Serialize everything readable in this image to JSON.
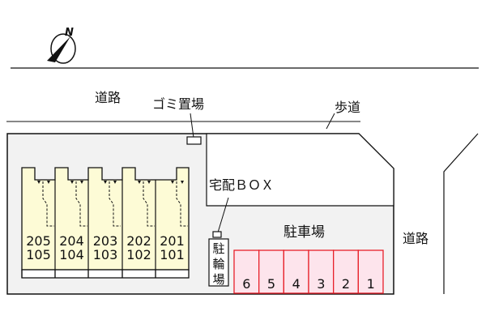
{
  "compass": {
    "icon": "north-arrow-icon",
    "letter": "N"
  },
  "labels": {
    "road_north": "道路",
    "garbage": "ゴミ置場",
    "sidewalk": "歩道",
    "delivery_box": "宅配ＢＯＸ",
    "parking": "駐車場",
    "road_east": "道路",
    "bicycle_parking": [
      "駐",
      "輪",
      "場"
    ]
  },
  "units": [
    {
      "upper": "205",
      "lower": "105"
    },
    {
      "upper": "204",
      "lower": "104"
    },
    {
      "upper": "203",
      "lower": "103"
    },
    {
      "upper": "202",
      "lower": "102"
    },
    {
      "upper": "201",
      "lower": "101"
    }
  ],
  "parking_spaces": [
    "6",
    "5",
    "4",
    "3",
    "2",
    "1"
  ],
  "colors": {
    "lot": "#f2f2f2",
    "building": "#fdfbd6",
    "parking_fill": "#fde4ec",
    "parking_stroke": "#e8202a",
    "line": "#111111"
  }
}
